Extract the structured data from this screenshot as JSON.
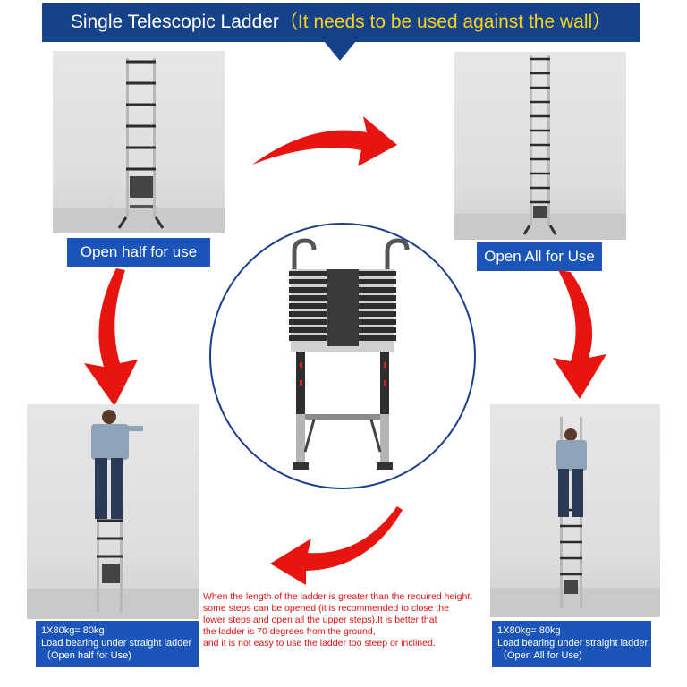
{
  "header": {
    "title_main": "Single Telescopic Ladder",
    "title_sub": "（It needs to be used against the wall）"
  },
  "panels": {
    "top_left_label": "Open half for use",
    "top_right_label": "Open All for Use"
  },
  "bottom_left_info": {
    "line1": "1X80kg= 80kg",
    "line2": "Load bearing under straight ladder",
    "line3": "（Open half for Use)"
  },
  "bottom_right_info": {
    "line1": "1X80kg= 80kg",
    "line2": "Load bearing under straight ladder",
    "line3": "（Open All for Use)"
  },
  "note": {
    "line1": "When the length of the ladder is greater than the required height,",
    "line2": "some steps can be opened (it is recommended to close the",
    "line3": "lower steps and open all the upper steps).It is better that",
    "line4": "the ladder is 70 degrees from the ground,",
    "line5": "and it is not easy to use the ladder too steep or inclined."
  },
  "colors": {
    "header_bg": "#16428a",
    "label_bg": "#1b55b9",
    "arrow_red": "#e8140f",
    "circle_border": "#1b3f8f",
    "note_text": "#e01010"
  }
}
